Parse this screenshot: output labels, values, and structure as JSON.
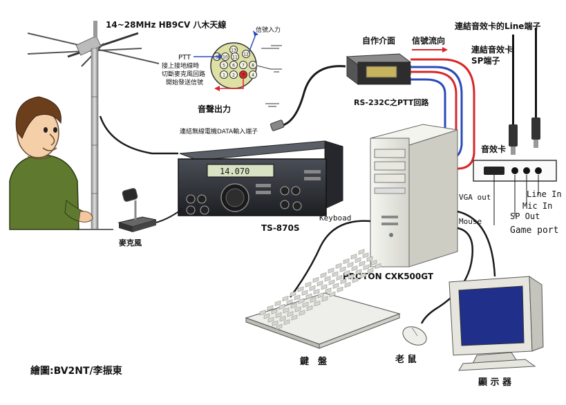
{
  "labels": {
    "antenna": "14~28MHz  HB9CV 八木天線",
    "signal_in": "信號入力",
    "ptt": "PTT",
    "ground_note_1": "接上接地線時",
    "ground_note_2": "切斷麥克風回路",
    "ground_note_3": "開始發送信號",
    "audio_out": "音聲出力",
    "data_port": "連結無線電機DATA輸入端子",
    "interface": "自作介面",
    "signal_flow": "信號流向",
    "line_port": "連結音效卡的Line端子",
    "sp_port_1": "連結音效卡",
    "sp_port_2": "SP端子",
    "ptt_loop": "RS-232C之PTT回路",
    "sound_card": "音效卡",
    "line_in": "Line In",
    "mic_in": "Mic In",
    "sp_out": "SP Out",
    "game_port": "Game port",
    "vga_out": "VGA out",
    "keyboard_conn": "Keyboad",
    "mouse_conn": "Mouse",
    "transceiver": "TS-870S",
    "radio_freq": "14.070",
    "microphone": "麥克風",
    "pc": "PROTON CXK500GT",
    "keyboard": "鍵　盤",
    "mouse": "老 鼠",
    "monitor": "顯 示 器",
    "credit": "繪圖:BV2NT/李振東"
  },
  "connector_pins": [
    "13",
    "12",
    "11",
    "10",
    "9",
    "8",
    "7",
    "6",
    "5",
    "4",
    "3",
    "2",
    "1"
  ],
  "colors": {
    "line_red": "#d8262b",
    "line_blue": "#2a49b8",
    "cable": "#1a1a1a",
    "connector_face": "#dfe0a4",
    "shirt": "#5f7a2e",
    "radio_body": "#2a2d33",
    "pc_case": "#e9e9e3"
  }
}
